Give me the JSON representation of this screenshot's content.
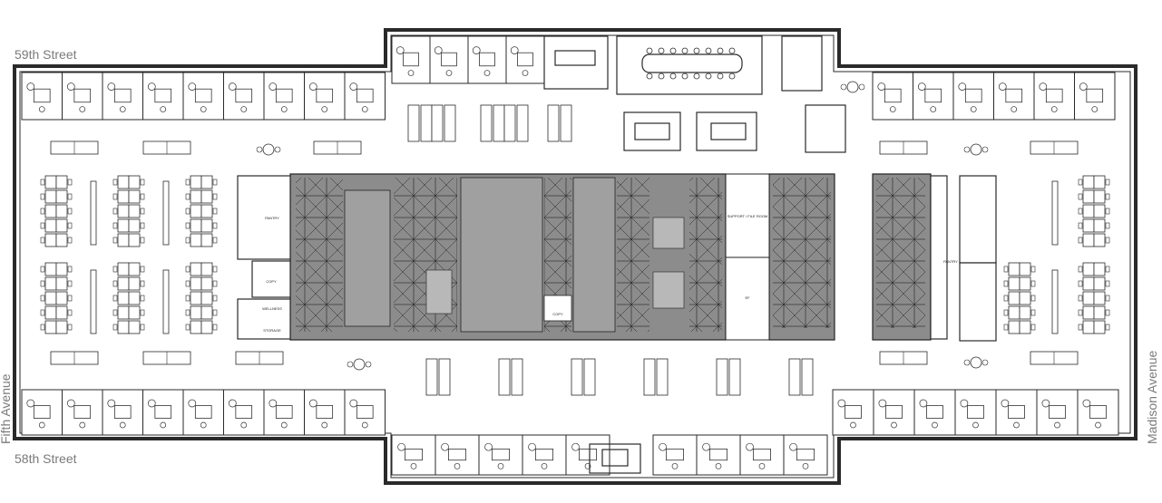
{
  "streets": {
    "north": "59th Street",
    "south": "58th Street",
    "west": "Fifth Avenue",
    "east": "Madison Avenue"
  },
  "core_labels": {
    "pantry_west": "PANTRY",
    "copy_west": "COPY",
    "wellness": "WELLNESS",
    "storage": "STORAGE",
    "support_file_room": "SUPPORT / FILE ROOM",
    "ef": "EF",
    "pantry_east": "PANTRY",
    "copy_core": "COPY"
  },
  "colors": {
    "core": "#8c8c8c",
    "wall": "#2a2a2a",
    "line": "#444444",
    "street_text": "#7a7a7a"
  }
}
